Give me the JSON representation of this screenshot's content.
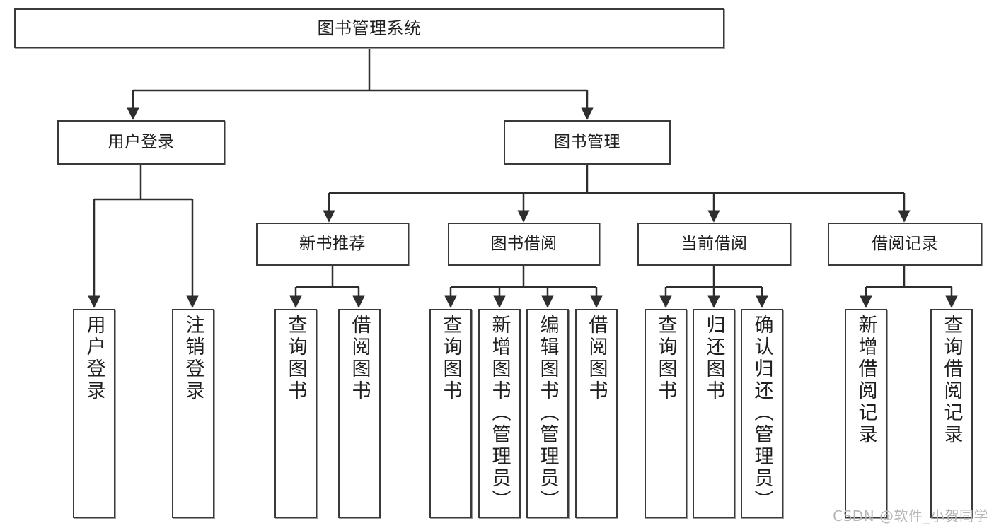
{
  "diagram": {
    "title": "图书管理系统",
    "type": "functional-decomposition-tree",
    "colors": {
      "box_border": "#3a3a3a",
      "box_fill": "#ffffff",
      "connector": "#2e2e2e",
      "text": "#1f1f1f",
      "watermark": "#b6b6b6"
    },
    "root": {
      "label": "图书管理系统"
    },
    "level2": [
      {
        "label": "用户登录"
      },
      {
        "label": "图书管理"
      }
    ],
    "level3": [
      {
        "label": "新书推荐"
      },
      {
        "label": "图书借阅"
      },
      {
        "label": "当前借阅"
      },
      {
        "label": "借阅记录"
      }
    ],
    "leaves": {
      "user_login": [
        {
          "label": "用户登录"
        },
        {
          "label": "注销登录"
        }
      ],
      "new_book_recommend": [
        {
          "label": "查询图书"
        },
        {
          "label": "借阅图书"
        }
      ],
      "book_borrow": [
        {
          "label": "查询图书"
        },
        {
          "label": "新增图书（管理员）"
        },
        {
          "label": "编辑图书（管理员）"
        },
        {
          "label": "借阅图书"
        }
      ],
      "current_borrow": [
        {
          "label": "查询图书"
        },
        {
          "label": "归还图书"
        },
        {
          "label": "确认归还（管理员）"
        }
      ],
      "borrow_record": [
        {
          "label": "新增借阅记录"
        },
        {
          "label": "查询借阅记录"
        }
      ]
    }
  },
  "watermark": {
    "text": "CSDN @软件_小贺同学"
  }
}
